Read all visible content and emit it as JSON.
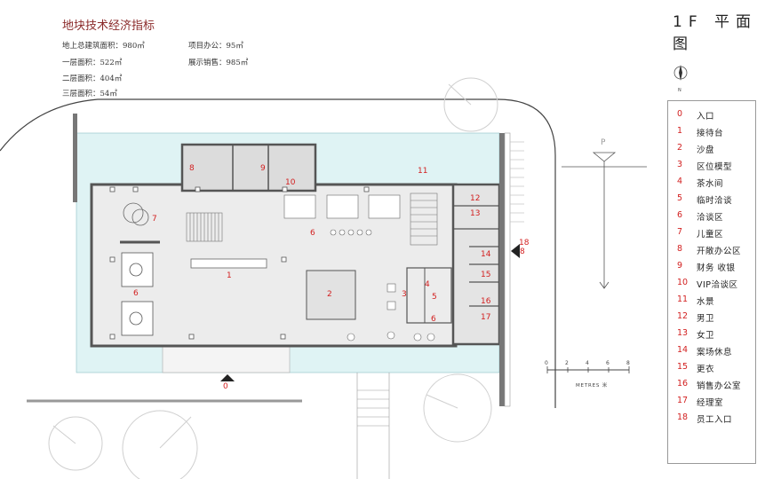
{
  "stats": {
    "title": "地块技术经济指标",
    "total_area": "地上总建筑面积：980㎡",
    "floor1": "一层面积：522㎡",
    "floor2": "二层面积：404㎡",
    "floor3": "三层面积：54㎡",
    "office": "项目办公：95㎡",
    "showroom": "展示销售：985㎡"
  },
  "page_title": "1F 平面图",
  "compass_label": "N",
  "parking_label": "P",
  "scale": {
    "ticks": [
      "0",
      "2",
      "4",
      "6",
      "8"
    ],
    "label": "METRES 米"
  },
  "plan_labels": [
    "0",
    "1",
    "2",
    "3",
    "4",
    "5",
    "6",
    "6",
    "6",
    "7",
    "8",
    "8",
    "9",
    "10",
    "11",
    "12",
    "13",
    "14",
    "15",
    "16",
    "17",
    "18"
  ],
  "legend": [
    {
      "num": "0",
      "label": "入口"
    },
    {
      "num": "1",
      "label": "接待台"
    },
    {
      "num": "2",
      "label": "沙盘"
    },
    {
      "num": "3",
      "label": "区位模型"
    },
    {
      "num": "4",
      "label": "茶水间"
    },
    {
      "num": "5",
      "label": "临时洽谈"
    },
    {
      "num": "6",
      "label": "洽谈区"
    },
    {
      "num": "7",
      "label": "儿童区"
    },
    {
      "num": "8",
      "label": "开敞办公区"
    },
    {
      "num": "9",
      "label": "财务 收银"
    },
    {
      "num": "10",
      "label": "VIP洽谈区"
    },
    {
      "num": "11",
      "label": "水景"
    },
    {
      "num": "12",
      "label": "男卫"
    },
    {
      "num": "13",
      "label": "女卫"
    },
    {
      "num": "14",
      "label": "案场休息"
    },
    {
      "num": "15",
      "label": "更衣"
    },
    {
      "num": "16",
      "label": "销售办公室"
    },
    {
      "num": "17",
      "label": "经理室"
    },
    {
      "num": "18",
      "label": "员工入口"
    }
  ],
  "colors": {
    "water": "#dff3f4",
    "floor": "#ececec",
    "wall": "#555555",
    "label_red": "#d21f1f",
    "title_red": "#8b2a2a"
  }
}
